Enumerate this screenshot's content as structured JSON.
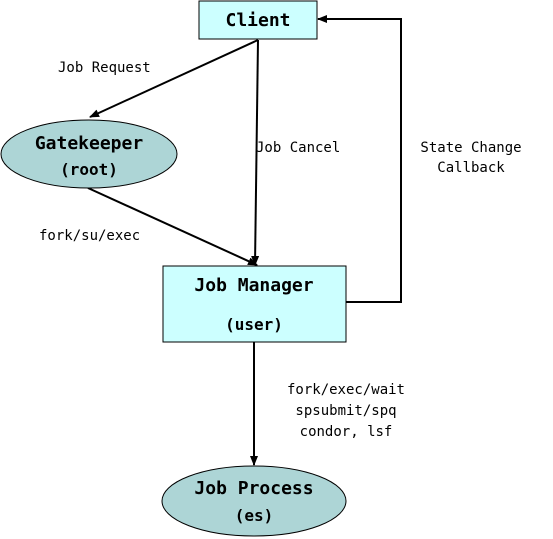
{
  "nodes": {
    "client": {
      "label": "Client"
    },
    "gatekeeper": {
      "label": "Gatekeeper",
      "sublabel": "(root)"
    },
    "job_manager": {
      "label": "Job Manager",
      "sublabel": "(user)"
    },
    "job_process": {
      "label": "Job Process",
      "sublabel": "(es)"
    }
  },
  "edges": {
    "job_request": "Job Request",
    "job_cancel": "Job Cancel",
    "state_change": [
      "State Change",
      "Callback"
    ],
    "fork_su_exec": "fork/su/exec",
    "submit_methods": [
      "fork/exec/wait",
      "spsubmit/spq",
      "condor, lsf"
    ]
  },
  "colors": {
    "box_fill": "#ccffff",
    "ellipse_fill": "#add5d6",
    "line": "#000000"
  }
}
